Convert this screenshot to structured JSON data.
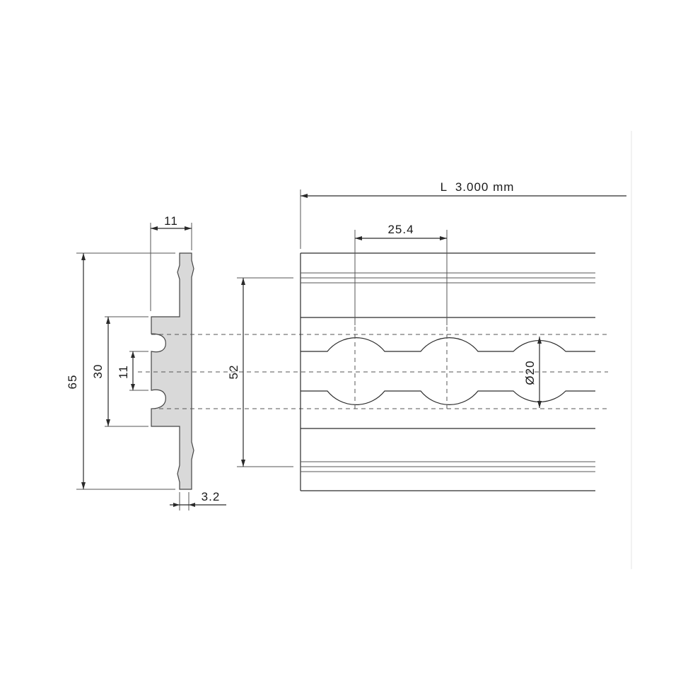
{
  "dimensions": {
    "profile_width": "11",
    "profile_height": "65",
    "slot_height": "30",
    "slot_opening": "11",
    "wall_thickness": "3.2",
    "rail_width": "52",
    "length": "L  3.000 mm",
    "hole_pitch": "25.4",
    "hole_diameter": "Ø20"
  },
  "colors": {
    "profile_fill": "#d9d9d9",
    "line": "#2a2a2a",
    "background": "#ffffff"
  }
}
